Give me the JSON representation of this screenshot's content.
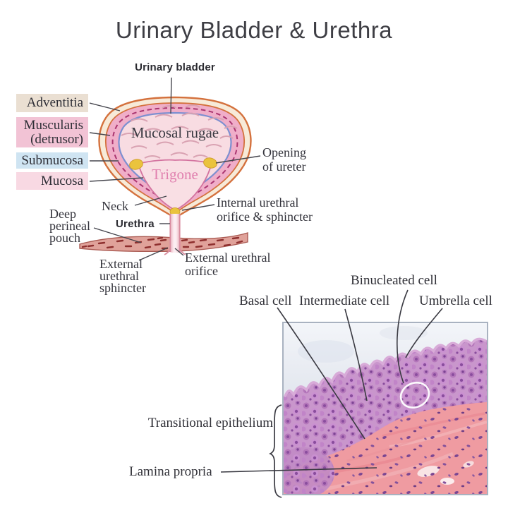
{
  "title": "Urinary Bladder & Urethra",
  "diagram": {
    "bladder_label": "Urinary bladder",
    "layer_key": {
      "adventitia": {
        "label": "Adventitia",
        "bg": "#eadfd2"
      },
      "muscularis": {
        "label": "Muscularis",
        "label2": "(detrusor)",
        "bg": "#f2c3d5"
      },
      "submucosa": {
        "label": "Submucosa",
        "bg": "#cfe4f2"
      },
      "mucosa": {
        "label": "Mucosa",
        "bg": "#f8d9e3"
      }
    },
    "interior_labels": {
      "mucosal_rugae": "Mucosal rugae",
      "trigone": "Trigone"
    },
    "annotations": {
      "opening_of_ureter": [
        "Opening",
        "of ureter"
      ],
      "internal_urethral": [
        "Internal urethral",
        "orifice & sphincter"
      ],
      "neck": "Neck",
      "urethra": "Urethra",
      "deep_perineal_pouch": [
        "Deep",
        "perineal",
        "pouch"
      ],
      "external_urethral_sphincter": [
        "External",
        "urethral",
        "sphincter"
      ],
      "external_urethral_orifice": [
        "External urethral",
        "orifice"
      ]
    }
  },
  "histology": {
    "cell_labels": {
      "binucleated": "Binucleated cell",
      "basal": "Basal cell",
      "intermediate": "Intermediate cell",
      "umbrella": "Umbrella cell"
    },
    "tissue_labels": {
      "transitional_epithelium": "Transitional epithelium",
      "lamina_propria": "Lamina propria"
    }
  },
  "colors": {
    "adventitia_key_bg": "#eadfd2",
    "muscularis_key_bg": "#f2c3d5",
    "submucosa_key_bg": "#cfe4f2",
    "mucosa_key_bg": "#f8d9e3",
    "adventitia_outline": "#d4713d",
    "muscularis_fill": "#f0aec9",
    "muscle_dashed_line": "#aa3570",
    "submucosa_line": "#7d8fd0",
    "mucosa_fill": "#f8dce2",
    "trigone_outline": "#d3739f",
    "trigone_text": "#e07fae",
    "ureter_opening_yellow": "#eac33d",
    "pouch_fill": "#e0a29a",
    "pouch_dash": "#8e2f2e",
    "epithelium_purple": "#c996cc",
    "lamina_pink": "#ef9ba1",
    "lumen_gray": "#e9ecf3"
  }
}
